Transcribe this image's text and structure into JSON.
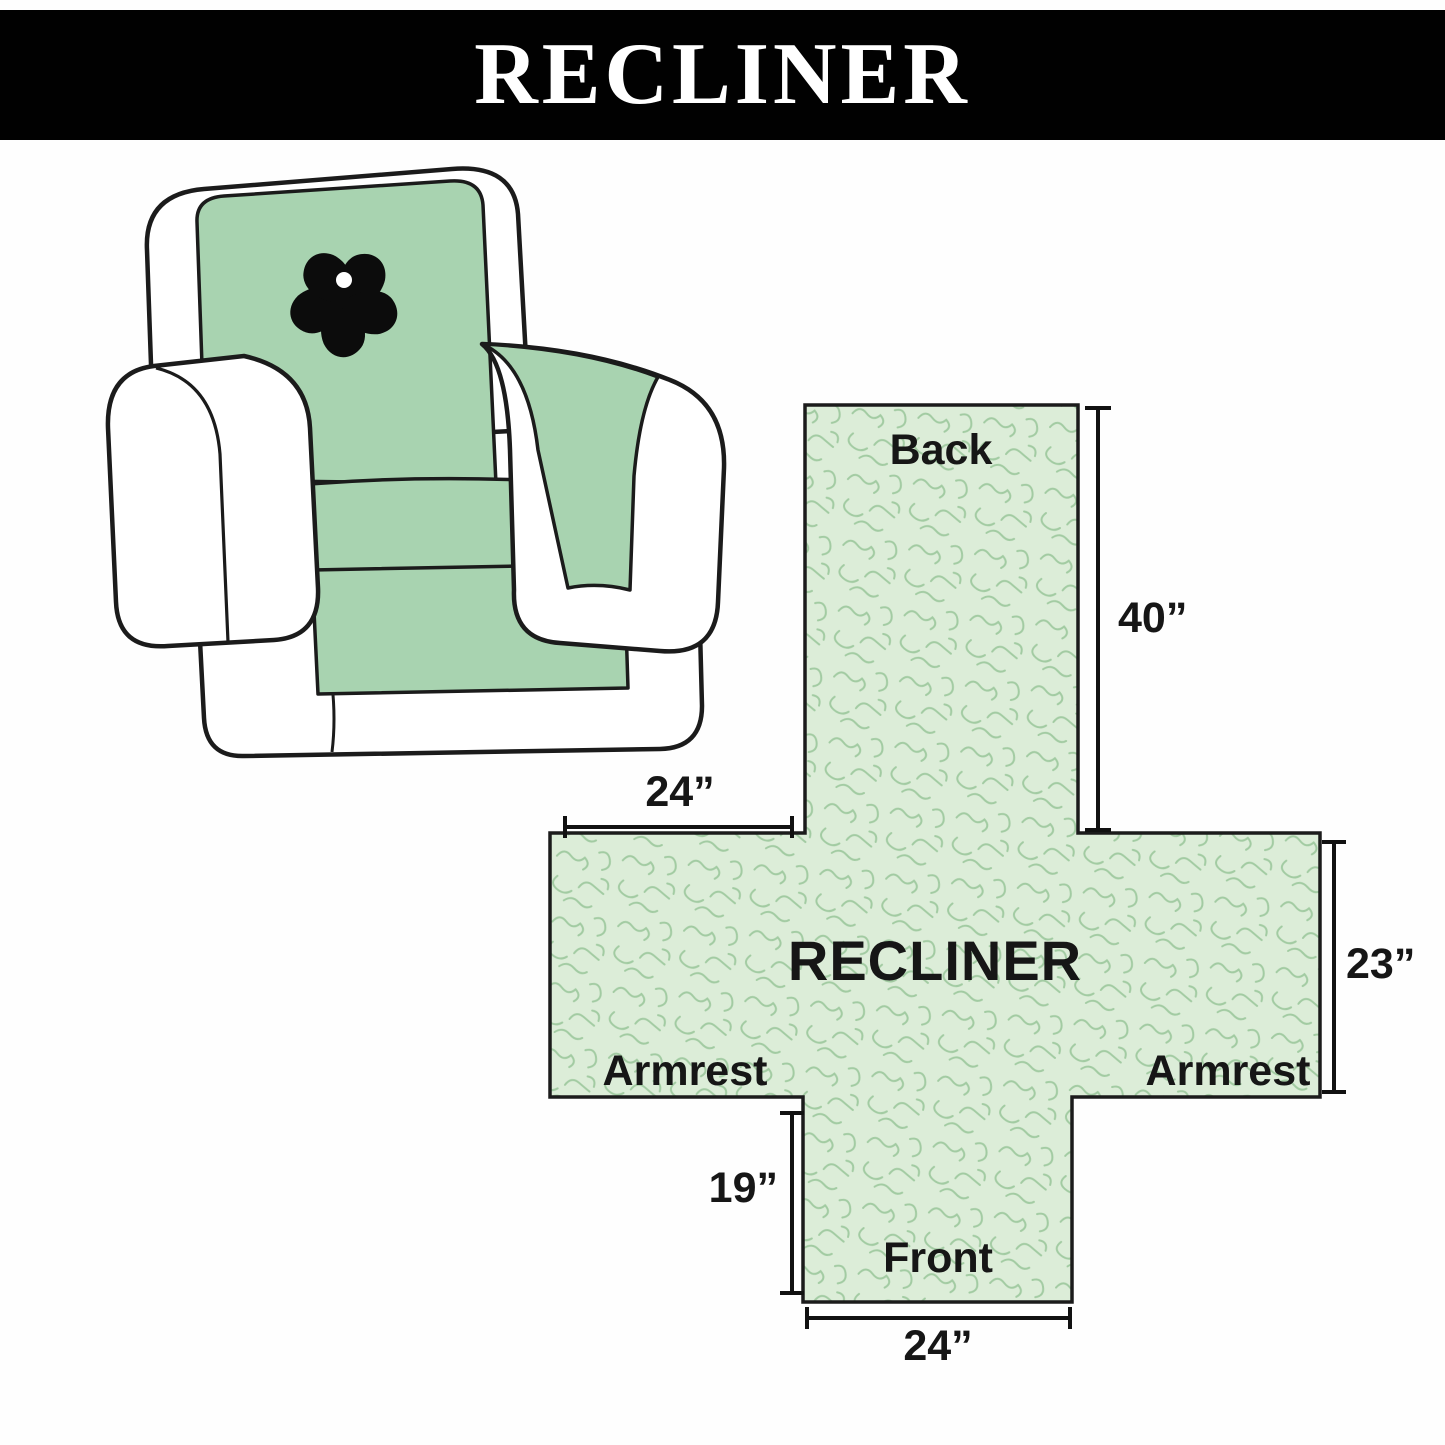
{
  "header": {
    "title": "RECLINER",
    "background": "#000000",
    "text_color": "#ffffff"
  },
  "chair": {
    "description": "recliner armchair with quilted protective cover",
    "cover_color": "#a8d3b0",
    "body_color": "#ffffff",
    "outline_color": "#1b1b1b",
    "logo_icon": "pinwheel"
  },
  "diagram": {
    "center_label": "RECLINER",
    "sections": {
      "back": "Back",
      "front": "Front",
      "armrest_left": "Armrest",
      "armrest_right": "Armrest"
    },
    "measurements": {
      "back_length": "40”",
      "armrest_top_width": "24”",
      "armrest_depth": "23”",
      "front_length": "19”",
      "front_width": "24”"
    },
    "colors": {
      "fill": "#dcedd8",
      "pattern_line": "#a2cba2",
      "outline": "#1b1b1b",
      "text": "#161616",
      "measure_line": "#111111"
    }
  }
}
